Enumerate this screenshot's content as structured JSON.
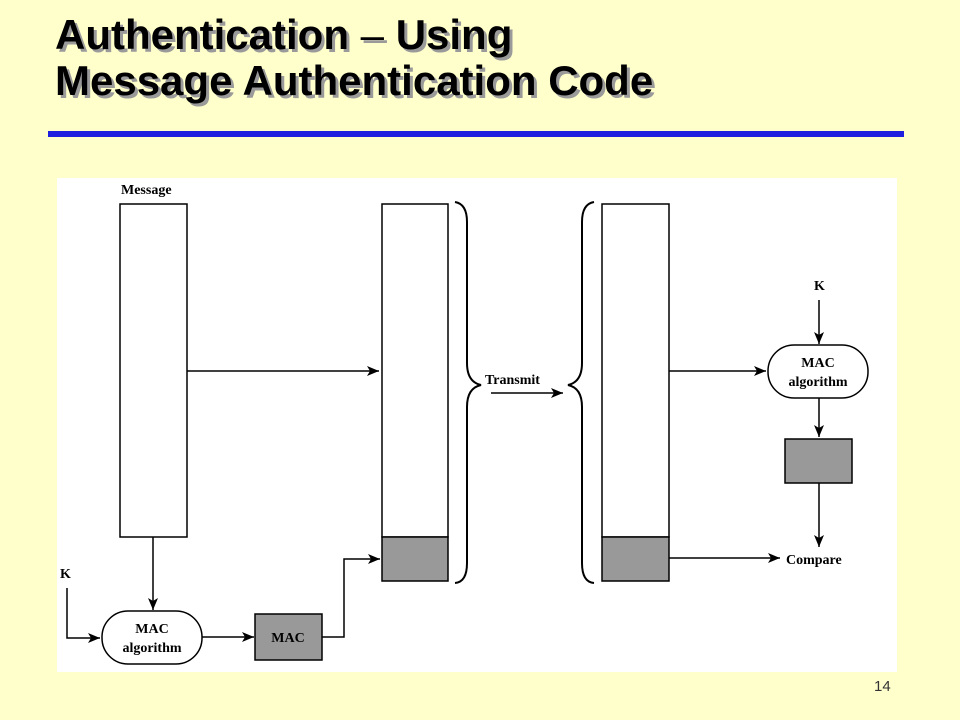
{
  "slide": {
    "title_line1_a": "Authentication",
    "title_dash": "–",
    "title_line1_b": "Using",
    "title_line2": "Message Authentication Code",
    "page_number": "14",
    "colors": {
      "background": "#FFFFCC",
      "rule": "#1F1FE0",
      "mac_block": "#999999"
    }
  },
  "diagram": {
    "label_message": "Message",
    "label_k_sender": "K",
    "label_mac_alg_sender_1": "MAC",
    "label_mac_alg_sender_2": "algorithm",
    "label_mac_block": "MAC",
    "label_transmit": "Transmit",
    "label_k_receiver": "K",
    "label_mac_alg_receiver_1": "MAC",
    "label_mac_alg_receiver_2": "algorithm",
    "label_compare": "Compare"
  }
}
